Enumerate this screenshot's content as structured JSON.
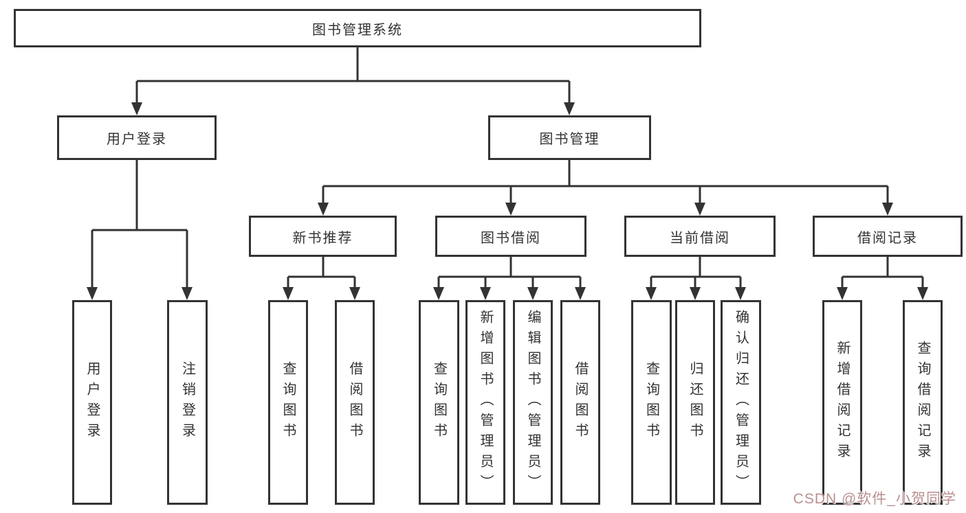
{
  "diagram": {
    "root": {
      "label": "图书管理系统"
    },
    "branches": {
      "user_login": {
        "label": "用户登录",
        "children": {
          "login": {
            "label": "用户登录"
          },
          "logout": {
            "label": "注销登录"
          }
        }
      },
      "book_mgmt": {
        "label": "图书管理",
        "children": {
          "new_book_rec": {
            "label": "新书推荐",
            "children": {
              "query": {
                "label": "查询图书"
              },
              "borrow": {
                "label": "借阅图书"
              }
            }
          },
          "book_borrow": {
            "label": "图书借阅",
            "children": {
              "query": {
                "label": "查询图书"
              },
              "add": {
                "label": "新增图书（管理员）"
              },
              "edit": {
                "label": "编辑图书（管理员）"
              },
              "borrow": {
                "label": "借阅图书"
              }
            }
          },
          "current_borrow": {
            "label": "当前借阅",
            "children": {
              "query": {
                "label": "查询图书"
              },
              "return": {
                "label": "归还图书"
              },
              "confirm": {
                "label": "确认归还（管理员）"
              }
            }
          },
          "borrow_record": {
            "label": "借阅记录",
            "children": {
              "add": {
                "label": "新增借阅记录"
              },
              "query": {
                "label": "查询借阅记录"
              }
            }
          }
        }
      }
    }
  },
  "watermark": {
    "text": "CSDN @软件_小贺同学",
    "color": "#b98f8f"
  },
  "colors": {
    "line": "#333333",
    "border": "#333333",
    "text": "#333333",
    "background": "#ffffff"
  }
}
